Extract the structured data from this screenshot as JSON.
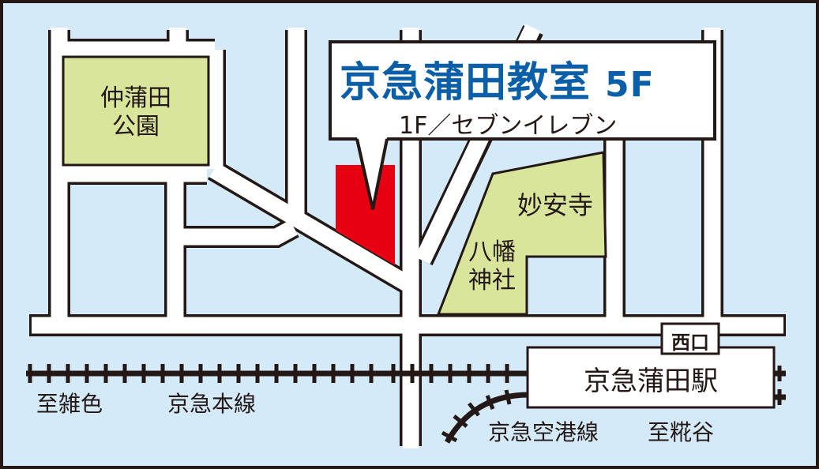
{
  "map": {
    "title": "京急蒲田教室",
    "title_floor": "5F",
    "subtitle": "1F／セブンイレブン",
    "colors": {
      "background": "#d4eaf9",
      "road": "#ffffff",
      "outline": "#231815",
      "park": "#d9e59b",
      "target_building": "#e60012",
      "title_text": "#0a5fa8"
    },
    "landmarks": {
      "park": {
        "line1": "仲蒲田",
        "line2": "公園"
      },
      "temple": "妙安寺",
      "shrine": {
        "line1": "八幡",
        "line2": "神社"
      }
    },
    "station": {
      "name": "京急蒲田駅",
      "exit": "西口"
    },
    "railways": {
      "main_line": "京急本線",
      "main_line_west_direction": "至雑色",
      "airport_line": "京急空港線",
      "airport_line_direction": "至糀谷"
    },
    "markers": {
      "target_icon": "target-building-icon",
      "pointer_icon": "callout-pointer-icon"
    }
  }
}
